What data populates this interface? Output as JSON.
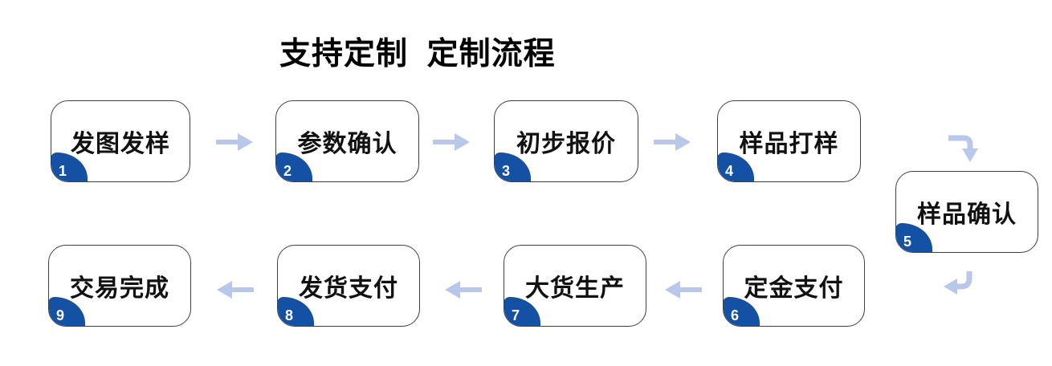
{
  "title": "支持定制  定制流程",
  "colors": {
    "badge_blue": "#1450A4",
    "arrow_blue": "#B9C7EA",
    "box_border": "#3F3F3F",
    "title_text": "#000000",
    "label_text": "#111111",
    "background": "#FFFFFF"
  },
  "steps": [
    {
      "num": "1",
      "label": "发图发样"
    },
    {
      "num": "2",
      "label": "参数确认"
    },
    {
      "num": "3",
      "label": "初步报价"
    },
    {
      "num": "4",
      "label": "样品打样"
    },
    {
      "num": "5",
      "label": "样品确认"
    },
    {
      "num": "6",
      "label": "定金支付"
    },
    {
      "num": "7",
      "label": "大货生产"
    },
    {
      "num": "8",
      "label": "发货支付"
    },
    {
      "num": "9",
      "label": "交易完成"
    }
  ]
}
